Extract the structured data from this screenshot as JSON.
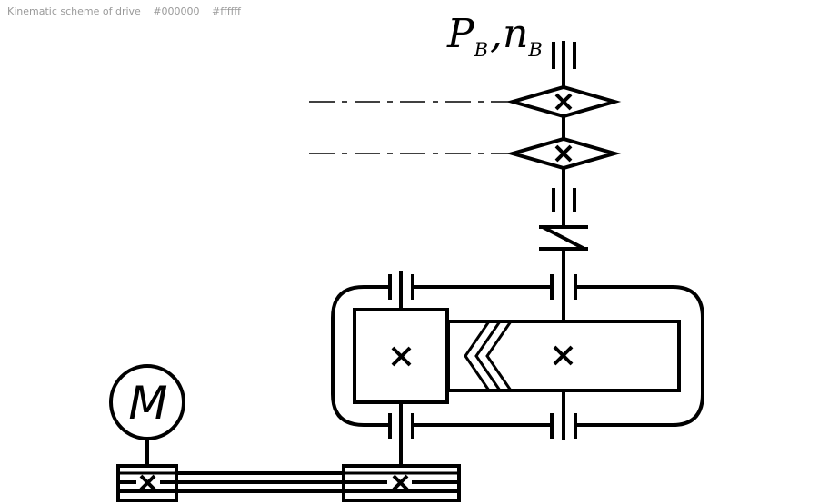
{
  "diagram": {
    "title": "Kinematic scheme of drive",
    "output_label": {
      "power_symbol": "P",
      "power_subscript": "B",
      "separator": ",",
      "speed_symbol": "n",
      "speed_subscript": "B"
    },
    "motor_label": "M",
    "colors": {
      "stroke": "#000000",
      "background": "#ffffff"
    }
  }
}
